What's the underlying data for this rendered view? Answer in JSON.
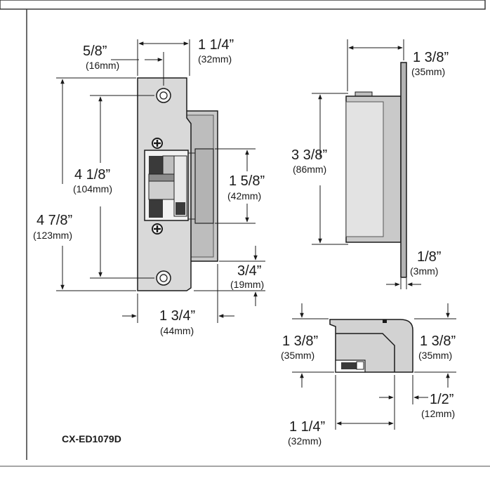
{
  "model_label": "CX-ED1079D",
  "front_view": {
    "faceplate_offset": {
      "imperial": "5/8”",
      "metric": "(16mm)"
    },
    "keeper_offset": {
      "imperial": "1 1/4”",
      "metric": "(32mm)"
    },
    "mounting_hole_spacing": {
      "imperial": "4 1/8”",
      "metric": "(104mm)"
    },
    "overall_height": {
      "imperial": "4 7/8”",
      "metric": "(123mm)"
    },
    "keeper_opening": {
      "imperial": "1 5/8”",
      "metric": "(42mm)"
    },
    "bottom_offset": {
      "imperial": "3/4”",
      "metric": "(19mm)"
    },
    "overall_width": {
      "imperial": "1 3/4”",
      "metric": "(44mm)"
    }
  },
  "side_view": {
    "body_depth": {
      "imperial": "1 3/8”",
      "metric": "(35mm)"
    },
    "body_height": {
      "imperial": "3 3/8”",
      "metric": "(86mm)"
    },
    "faceplate_thickness": {
      "imperial": "1/8”",
      "metric": "(3mm)"
    }
  },
  "top_view": {
    "left_depth": {
      "imperial": "1 3/8”",
      "metric": "(35mm)"
    },
    "right_depth": {
      "imperial": "1 3/8”",
      "metric": "(35mm)"
    },
    "lip_offset": {
      "imperial": "1/2”",
      "metric": "(12mm)"
    },
    "body_width": {
      "imperial": "1 1/4”",
      "metric": "(32mm)"
    }
  },
  "colors": {
    "line": "#1a1a1a",
    "plate": "#d9d9d9",
    "body": "#c4c4c4",
    "body_dark": "#a9a9a9",
    "panel": "#3a3a3a"
  }
}
